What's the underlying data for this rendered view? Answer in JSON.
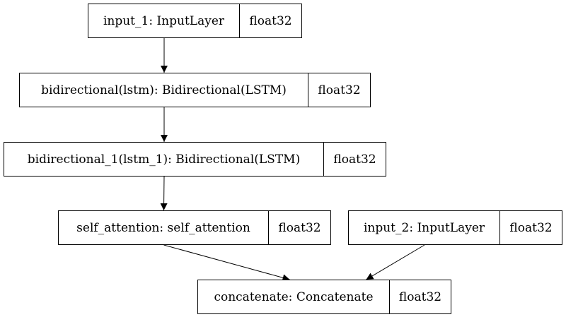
{
  "nodes": [
    {
      "id": "input_1",
      "label": "input_1: InputLayer",
      "dtype": "float32"
    },
    {
      "id": "bidirectional",
      "label": "bidirectional(lstm): Bidirectional(LSTM)",
      "dtype": "float32"
    },
    {
      "id": "bidirectional_1",
      "label": "bidirectional_1(lstm_1): Bidirectional(LSTM)",
      "dtype": "float32"
    },
    {
      "id": "self_attention",
      "label": "self_attention: self_attention",
      "dtype": "float32"
    },
    {
      "id": "input_2",
      "label": "input_2: InputLayer",
      "dtype": "float32"
    },
    {
      "id": "concatenate",
      "label": "concatenate: Concatenate",
      "dtype": "float32"
    }
  ],
  "edges": [
    {
      "from": "input_1",
      "to": "bidirectional"
    },
    {
      "from": "bidirectional",
      "to": "bidirectional_1"
    },
    {
      "from": "bidirectional_1",
      "to": "self_attention"
    },
    {
      "from": "self_attention",
      "to": "concatenate"
    },
    {
      "from": "input_2",
      "to": "concatenate"
    }
  ]
}
